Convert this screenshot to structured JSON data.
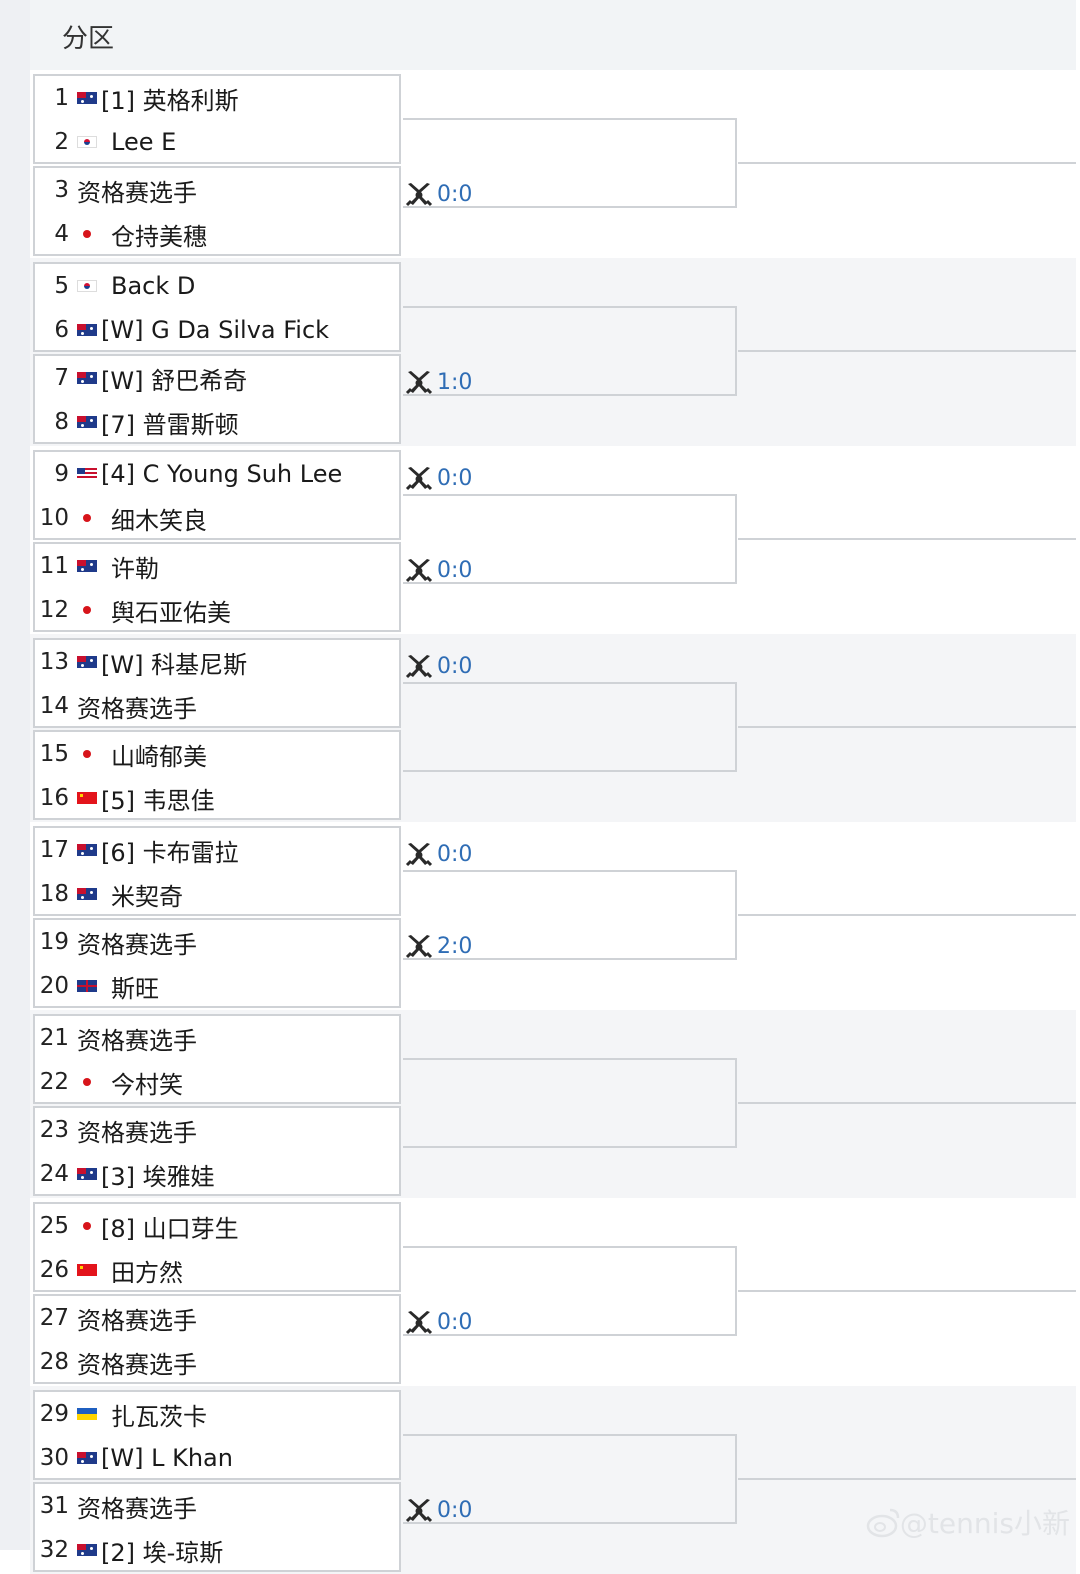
{
  "header": {
    "title": "分区"
  },
  "colors": {
    "score": "#2f6db5",
    "border": "#cfd2d6"
  },
  "players": [
    {
      "num": "1",
      "flag": "aus",
      "name": "[1] 英格利斯"
    },
    {
      "num": "2",
      "flag": "kor",
      "name": "Lee E"
    },
    {
      "num": "3",
      "flag": "",
      "name": "资格赛选手"
    },
    {
      "num": "4",
      "flag": "jpn",
      "name": "仓持美穗"
    },
    {
      "num": "5",
      "flag": "kor",
      "name": "Back D"
    },
    {
      "num": "6",
      "flag": "aus",
      "name": "[W] G Da Silva Fick"
    },
    {
      "num": "7",
      "flag": "aus",
      "name": "[W] 舒巴希奇"
    },
    {
      "num": "8",
      "flag": "aus",
      "name": "[7] 普雷斯顿"
    },
    {
      "num": "9",
      "flag": "usa",
      "name": "[4] C Young Suh Lee"
    },
    {
      "num": "10",
      "flag": "jpn",
      "name": "细木笑良"
    },
    {
      "num": "11",
      "flag": "aus",
      "name": "许勒"
    },
    {
      "num": "12",
      "flag": "jpn",
      "name": "舆石亚佑美"
    },
    {
      "num": "13",
      "flag": "aus",
      "name": "[W] 科基尼斯"
    },
    {
      "num": "14",
      "flag": "",
      "name": "资格赛选手"
    },
    {
      "num": "15",
      "flag": "jpn",
      "name": "山崎郁美"
    },
    {
      "num": "16",
      "flag": "chn",
      "name": "[5] 韦思佳"
    },
    {
      "num": "17",
      "flag": "aus",
      "name": "[6] 卡布雷拉"
    },
    {
      "num": "18",
      "flag": "aus",
      "name": "米契奇"
    },
    {
      "num": "19",
      "flag": "",
      "name": "资格赛选手"
    },
    {
      "num": "20",
      "flag": "gbr",
      "name": "斯旺"
    },
    {
      "num": "21",
      "flag": "",
      "name": "资格赛选手"
    },
    {
      "num": "22",
      "flag": "jpn",
      "name": "今村笑"
    },
    {
      "num": "23",
      "flag": "",
      "name": "资格赛选手"
    },
    {
      "num": "24",
      "flag": "aus",
      "name": "[3] 埃雅娃"
    },
    {
      "num": "25",
      "flag": "jpn",
      "name": "[8] 山口芽生"
    },
    {
      "num": "26",
      "flag": "chn",
      "name": "田方然"
    },
    {
      "num": "27",
      "flag": "",
      "name": "资格赛选手"
    },
    {
      "num": "28",
      "flag": "",
      "name": "资格赛选手"
    },
    {
      "num": "29",
      "flag": "ukr",
      "name": "扎瓦茨卡"
    },
    {
      "num": "30",
      "flag": "aus",
      "name": "[W] L Khan"
    },
    {
      "num": "31",
      "flag": "",
      "name": "资格赛选手"
    },
    {
      "num": "32",
      "flag": "aus",
      "name": "[2] 埃-琼斯"
    }
  ],
  "scores": [
    {
      "match": 1,
      "text": "0:0"
    },
    {
      "match": 3,
      "text": "1:0"
    },
    {
      "match": 4,
      "text": "0:0"
    },
    {
      "match": 5,
      "text": "0:0"
    },
    {
      "match": 6,
      "text": "0:0"
    },
    {
      "match": 8,
      "text": "0:0"
    },
    {
      "match": 9,
      "text": "2:0"
    },
    {
      "match": 13,
      "text": "0:0"
    },
    {
      "match": 15,
      "text": "0:0"
    }
  ],
  "watermark": "@tennis小新"
}
